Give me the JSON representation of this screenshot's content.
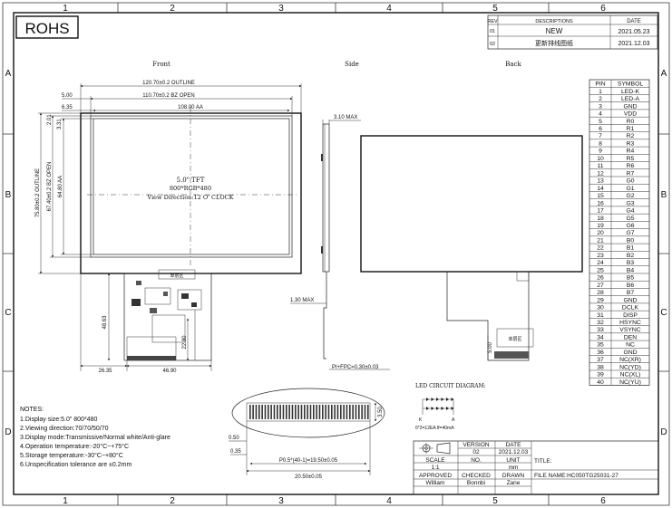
{
  "frame": {
    "top_columns": [
      "1",
      "2",
      "3",
      "4",
      "5",
      "6"
    ],
    "side_rows": [
      "A",
      "B",
      "C",
      "D"
    ]
  },
  "rohs_label": "ROHS",
  "revision_table": {
    "headers": [
      "REV",
      "DESCRIPTIONS",
      "DATE"
    ],
    "rows": [
      [
        "01",
        "NEW",
        "2021.05.23"
      ],
      [
        "02",
        "更新排线图纸",
        "2021.12.03"
      ]
    ]
  },
  "views": {
    "front": "Front",
    "side": "Side",
    "back": "Back"
  },
  "front_view": {
    "dims": {
      "outline_w": "120.70±0.2 OUTLINE",
      "bz_open_w": "110.70±0.2 BZ OPEN",
      "aa_w": "108.00 AA",
      "left_5": "5.00",
      "left_635": "6.35",
      "top_201": "2.01",
      "top_331": "3.31",
      "outline_h": "75.80±0.2 OUTLINE",
      "bz_open_h": "67.40±0.2 BZ OPEN",
      "aa_h": "64.80 AA",
      "fpc_4863": "48.63",
      "fpc_2280": "22.80",
      "fpc_2635": "26.35",
      "fpc_4690": "46.90"
    },
    "center_text": [
      "5.0\" TFT",
      "800*RGB*480",
      "View Direction:12 O' CLOCK"
    ],
    "chip_label": "单层区"
  },
  "side_view": {
    "dims": {
      "thick": "3.10 MAX",
      "fpc": "1.30 MAX",
      "pi": "PI+FPC=0.30±0.03"
    }
  },
  "back_view": {
    "chip_label": "单层区",
    "dim": "5.00"
  },
  "led_circuit": {
    "title": "LED CIRCUIT DIAGRAM:",
    "k": "K",
    "a": "A",
    "note": "6*2=12EA  If=40mA"
  },
  "connector": {
    "dims": {
      "h350": "3.50",
      "d050": "0.50",
      "d035": "0.35",
      "pitch": "P0.5*(40-1)=19.50±0.05",
      "width": "20.50±0.05"
    }
  },
  "pin_table": {
    "headers": [
      "PIN",
      "SYMBOL"
    ],
    "rows": [
      [
        "1",
        "LED-K"
      ],
      [
        "2",
        "LED-A"
      ],
      [
        "3",
        "GND"
      ],
      [
        "4",
        "VDD"
      ],
      [
        "5",
        "R0"
      ],
      [
        "6",
        "R1"
      ],
      [
        "7",
        "R2"
      ],
      [
        "8",
        "R3"
      ],
      [
        "9",
        "R4"
      ],
      [
        "10",
        "R5"
      ],
      [
        "11",
        "R6"
      ],
      [
        "12",
        "R7"
      ],
      [
        "13",
        "G0"
      ],
      [
        "14",
        "G1"
      ],
      [
        "15",
        "G2"
      ],
      [
        "16",
        "G3"
      ],
      [
        "17",
        "G4"
      ],
      [
        "18",
        "G5"
      ],
      [
        "19",
        "G6"
      ],
      [
        "20",
        "G7"
      ],
      [
        "21",
        "B0"
      ],
      [
        "22",
        "B1"
      ],
      [
        "23",
        "B2"
      ],
      [
        "24",
        "B3"
      ],
      [
        "25",
        "B4"
      ],
      [
        "26",
        "B5"
      ],
      [
        "27",
        "B6"
      ],
      [
        "28",
        "B7"
      ],
      [
        "29",
        "GND"
      ],
      [
        "30",
        "DCLK"
      ],
      [
        "31",
        "DISP"
      ],
      [
        "32",
        "HSYNC"
      ],
      [
        "33",
        "VSYNC"
      ],
      [
        "34",
        "DEN"
      ],
      [
        "35",
        "NC"
      ],
      [
        "36",
        "GND"
      ],
      [
        "37",
        "NC(XR)"
      ],
      [
        "38",
        "NC(YD)"
      ],
      [
        "39",
        "NC(XL)"
      ],
      [
        "40",
        "NC(YU)"
      ]
    ]
  },
  "notes": {
    "title": "NOTES:",
    "items": [
      "1.Display size:5.0\" 800*480",
      "2.Viewing direction:70/70/50/70",
      "3.Display mode:Transmissive/Normal white/Anti-glare",
      "4.Operation temperature:-20°C~+75°C",
      "5.Storage temperature:-30°C~+80°C",
      "6.Unspecification tolerance are ±0.2mm"
    ]
  },
  "title_block": {
    "version_label": "VERSION",
    "version": "02",
    "date_label": "DATE",
    "date": "2021.12.03",
    "scale_label": "SCALE",
    "no_label": "NO.",
    "unit_label": "UNIT",
    "scale": "1:1",
    "unit": "mm",
    "title_label": "TITLE:",
    "approved_label": "APPROVED",
    "checked_label": "CHECKED",
    "drawn_label": "DRAWN",
    "approved": "William",
    "checked": "Bonnbi",
    "drawn": "Zane",
    "file_name": "FILE NAME:HC050TG25031-27"
  }
}
